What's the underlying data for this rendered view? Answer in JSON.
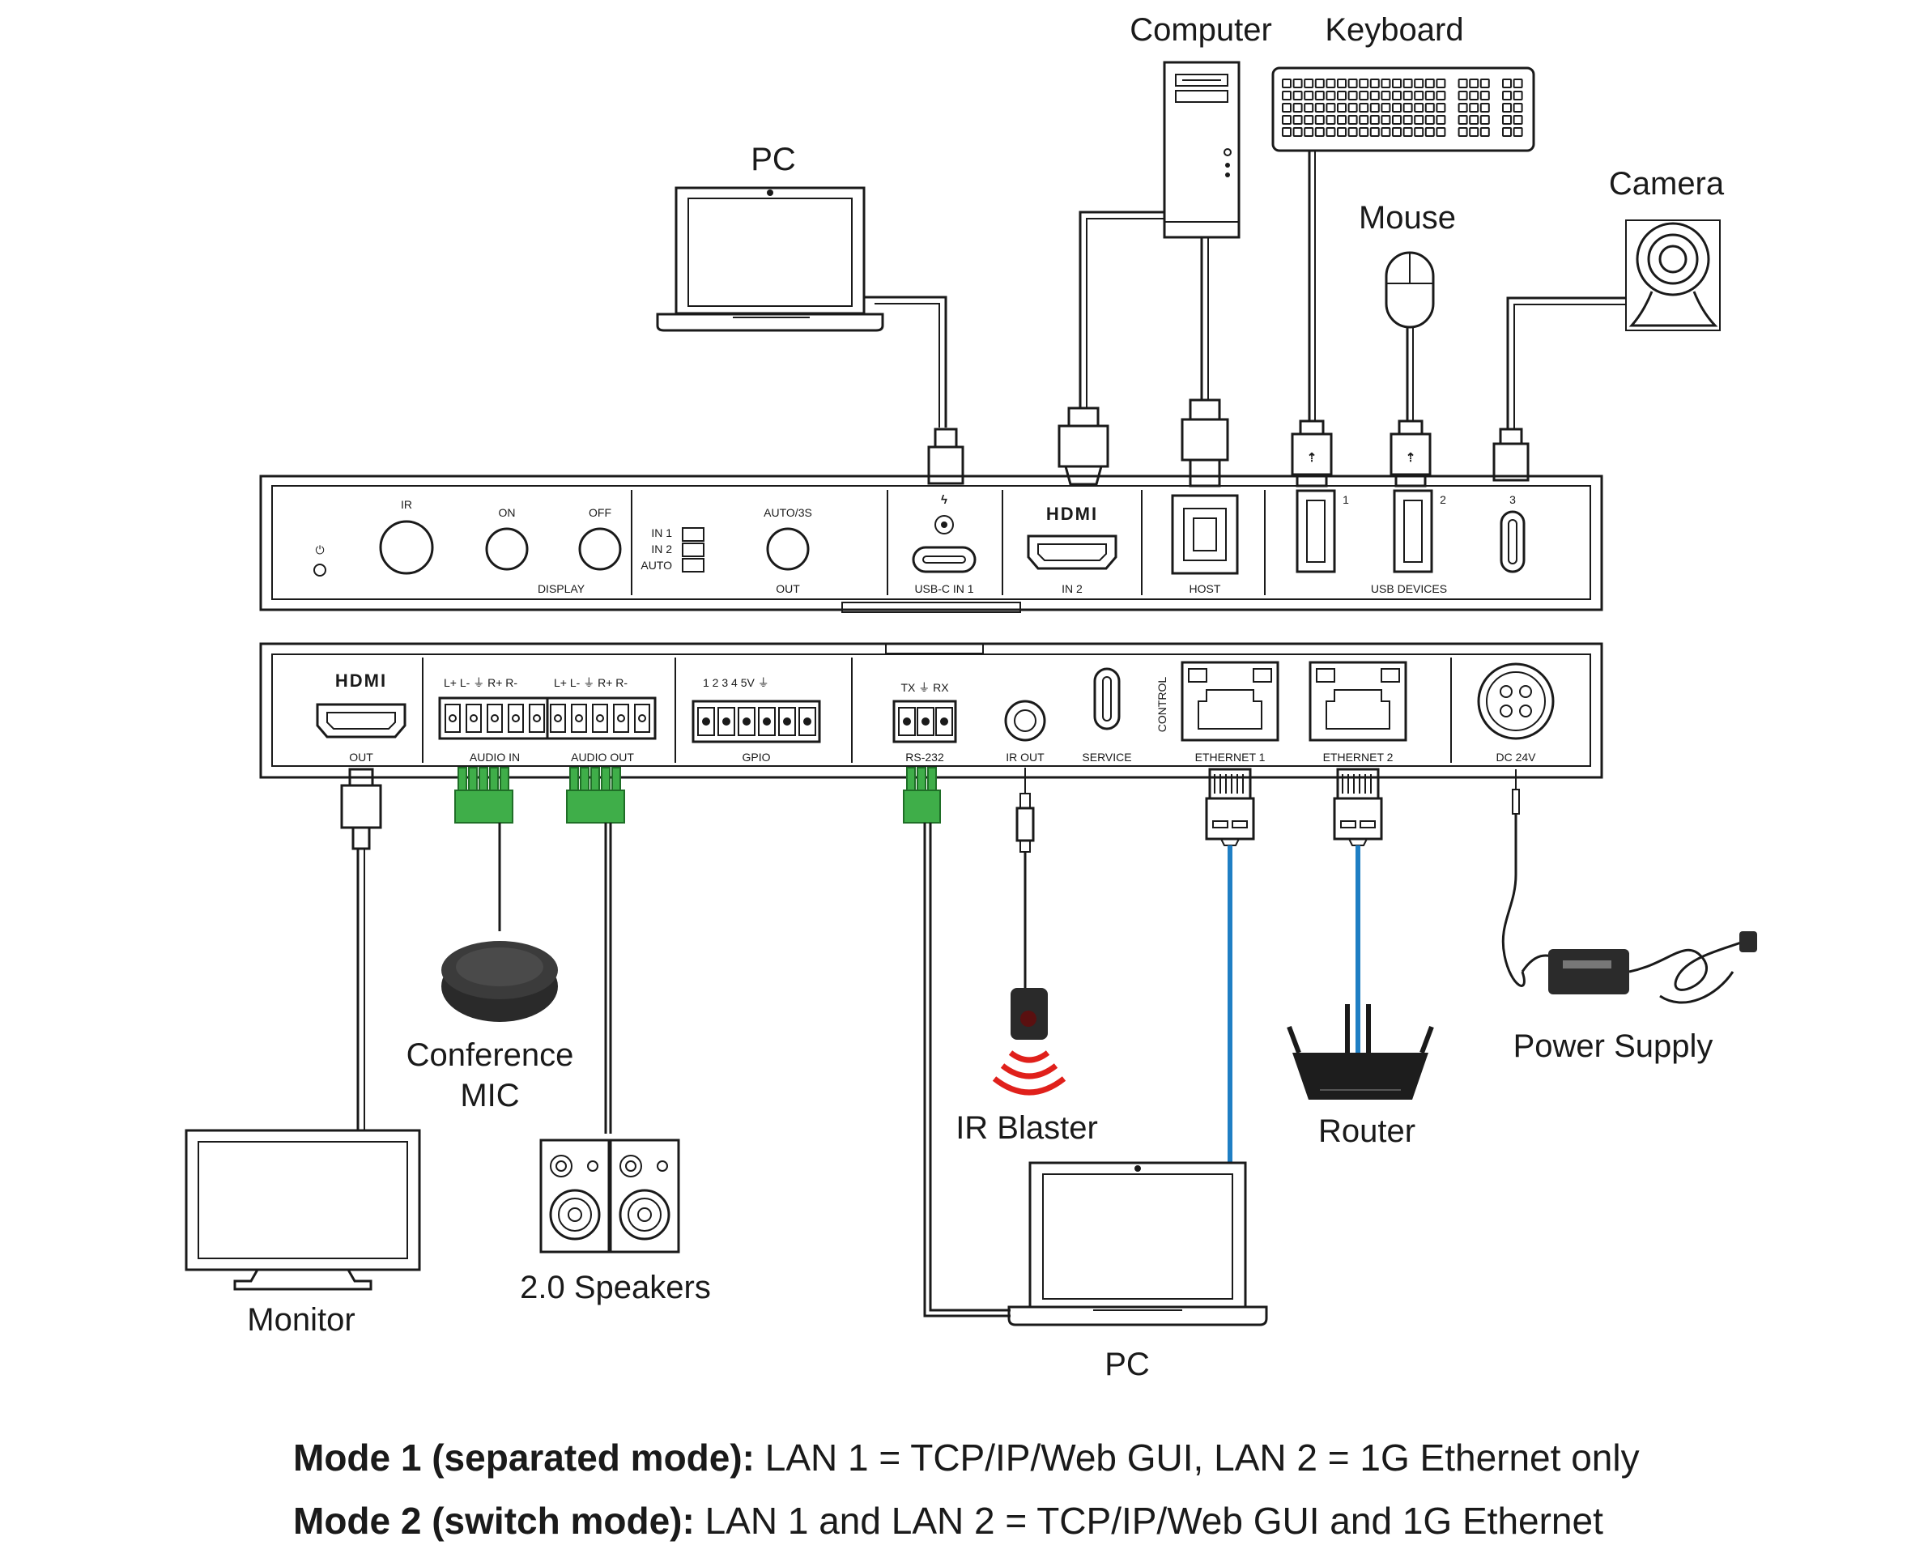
{
  "devices": {
    "computer": "Computer",
    "keyboard": "Keyboard",
    "pc_top": "PC",
    "mouse": "Mouse",
    "camera": "Camera",
    "conference_mic_line1": "Conference",
    "conference_mic_line2": "MIC",
    "monitor": "Monitor",
    "speakers": "2.0 Speakers",
    "ir_blaster": "IR Blaster",
    "router": "Router",
    "power_supply": "Power Supply",
    "pc_bottom": "PC"
  },
  "front_panel": {
    "ir": "IR",
    "on": "ON",
    "off": "OFF",
    "display": "DISPLAY",
    "in1": "IN 1",
    "in2": "IN 2",
    "auto": "AUTO",
    "auto3s": "AUTO/3S",
    "out": "OUT",
    "usbc_in1": "USB-C IN 1",
    "hdmi_logo": "HDMI",
    "in2_port": "IN 2",
    "host": "HOST",
    "usb_num1": "1",
    "usb_num2": "2",
    "usb_num3": "3",
    "usb_devices": "USB DEVICES"
  },
  "rear_panel": {
    "hdmi_logo": "HDMI",
    "hdmi_out": "OUT",
    "audio_pins_in": "L+  L-  ⏚  R+  R-",
    "audio_pins_out": "L+  L-  ⏚  R+  R-",
    "audio_in": "AUDIO IN",
    "audio_out": "AUDIO OUT",
    "gpio_pins": "1   2   3   4  5V  ⏚",
    "gpio": "GPIO",
    "rs232_pins": "TX  ⏚  RX",
    "rs232": "RS-232",
    "ir_out": "IR OUT",
    "service": "SERVICE",
    "control": "CONTROL",
    "ethernet1": "ETHERNET 1",
    "ethernet2": "ETHERNET 2",
    "dc24v": "DC 24V"
  },
  "modes": {
    "mode1_label": "Mode 1 (separated mode):",
    "mode1_text": " LAN 1 = TCP/IP/Web GUI, LAN 2 = 1G Ethernet only",
    "mode2_label": "Mode 2 (switch mode):",
    "mode2_text": " LAN 1 and LAN 2 = TCP/IP/Web GUI and 1G Ethernet"
  },
  "colors": {
    "ethernet_cable": "#1f7fc4",
    "terminal_block": "#3fae49",
    "ir_signal": "#e0201b"
  }
}
